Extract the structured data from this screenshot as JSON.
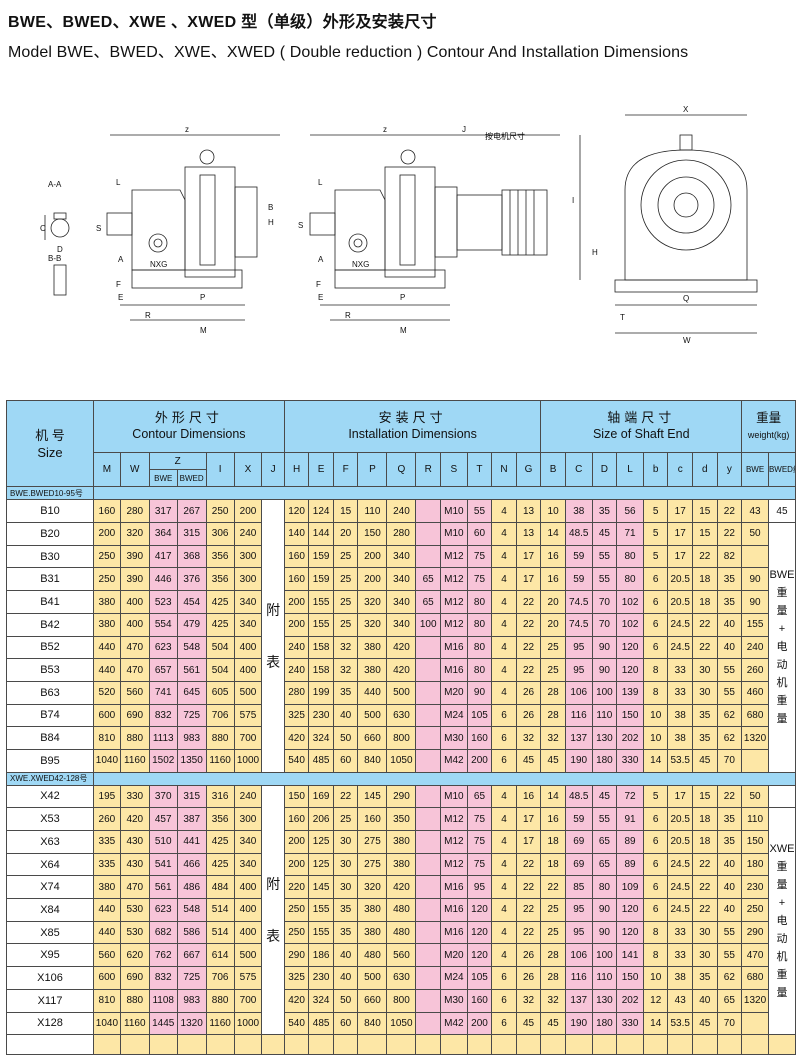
{
  "title_cn": "BWE、BWED、XWE 、XWED 型（单级）外形及安装尺寸",
  "title_en": "Model BWE、BWED、XWE、XWED ( Double reduction ) Contour And Installation Dimensions",
  "drawing_labels": {
    "a_a": "A-A",
    "b_b": "B-B",
    "nxg": "NXG",
    "motor_size": "按电机尺寸",
    "z": "z",
    "j": "J",
    "x": "X",
    "m": "M",
    "p": "P",
    "r": "R",
    "h": "H",
    "e": "E",
    "f": "F",
    "l": "L",
    "a": "A",
    "b": "B",
    "s": "S",
    "c": "C",
    "d": "D",
    "q": "Q",
    "w": "W",
    "t": "T",
    "i": "I"
  },
  "table": {
    "model_cn": "机 号",
    "model_en": "Size",
    "contour_cn": "外形尺寸",
    "contour_en": "Contour Dimensions",
    "install_cn": "安装尺寸",
    "install_en": "Installation Dimensions",
    "shaft_cn": "轴端尺寸",
    "shaft_en": "Size of Shaft End",
    "weight_cn": "重量",
    "weight_en": "weight(kg)",
    "cols_contour": [
      "M",
      "W",
      "Z",
      "I",
      "X",
      "J"
    ],
    "z_sub": [
      "BWE",
      "BWED"
    ],
    "cols_install": [
      "H",
      "E",
      "F",
      "P",
      "Q",
      "R",
      "S",
      "T",
      "N",
      "G"
    ],
    "cols_shaft": [
      "B",
      "C",
      "D",
      "L",
      "b",
      "c",
      "d",
      "y"
    ],
    "col_bwe": "BWE",
    "col_bwed": "BWED约",
    "series1": "BWE.BWED10-95号",
    "series2": "XWE.XWED42-128号",
    "mid_label": [
      "附",
      "表"
    ],
    "weight_label_1": [
      "BWE",
      "重",
      "量",
      "+",
      "电",
      "动",
      "机",
      "重",
      "量"
    ],
    "weight_label_2": [
      "XWE",
      "重",
      "量",
      "+",
      "电",
      "动",
      "机",
      "重",
      "量"
    ],
    "rows1": [
      [
        "B10",
        "160",
        "280",
        "317",
        "267",
        "250",
        "200",
        "120",
        "124",
        "15",
        "110",
        "240",
        "",
        "M10",
        "55",
        "4",
        "13",
        "10",
        "38",
        "35",
        "56",
        "5",
        "17",
        "15",
        "22",
        "43",
        "45"
      ],
      [
        "B20",
        "200",
        "320",
        "364",
        "315",
        "306",
        "240",
        "140",
        "144",
        "20",
        "150",
        "280",
        "",
        "M10",
        "60",
        "4",
        "13",
        "14",
        "48.5",
        "45",
        "71",
        "5",
        "17",
        "15",
        "22",
        "50",
        ""
      ],
      [
        "B30",
        "250",
        "390",
        "417",
        "368",
        "356",
        "300",
        "160",
        "159",
        "25",
        "200",
        "340",
        "",
        "M12",
        "75",
        "4",
        "17",
        "16",
        "59",
        "55",
        "80",
        "5",
        "17",
        "22",
        "82",
        ""
      ],
      [
        "B31",
        "250",
        "390",
        "446",
        "376",
        "356",
        "300",
        "160",
        "159",
        "25",
        "200",
        "340",
        "65",
        "M12",
        "75",
        "4",
        "17",
        "16",
        "59",
        "55",
        "80",
        "6",
        "20.5",
        "18",
        "35",
        "90",
        ""
      ],
      [
        "B41",
        "380",
        "400",
        "523",
        "454",
        "425",
        "340",
        "200",
        "155",
        "25",
        "320",
        "340",
        "65",
        "M12",
        "80",
        "4",
        "22",
        "20",
        "74.5",
        "70",
        "102",
        "6",
        "20.5",
        "18",
        "35",
        "90",
        ""
      ],
      [
        "B42",
        "380",
        "400",
        "554",
        "479",
        "425",
        "340",
        "200",
        "155",
        "25",
        "320",
        "340",
        "100",
        "M12",
        "80",
        "4",
        "22",
        "20",
        "74.5",
        "70",
        "102",
        "6",
        "24.5",
        "22",
        "40",
        "155",
        ""
      ],
      [
        "B52",
        "440",
        "470",
        "623",
        "548",
        "504",
        "400",
        "240",
        "158",
        "32",
        "380",
        "420",
        "",
        "M16",
        "80",
        "4",
        "22",
        "25",
        "95",
        "90",
        "120",
        "6",
        "24.5",
        "22",
        "40",
        "240",
        ""
      ],
      [
        "B53",
        "440",
        "470",
        "657",
        "561",
        "504",
        "400",
        "240",
        "158",
        "32",
        "380",
        "420",
        "",
        "M16",
        "80",
        "4",
        "22",
        "25",
        "95",
        "90",
        "120",
        "8",
        "33",
        "30",
        "55",
        "260",
        ""
      ],
      [
        "B63",
        "520",
        "560",
        "741",
        "645",
        "605",
        "500",
        "280",
        "199",
        "35",
        "440",
        "500",
        "",
        "M20",
        "90",
        "4",
        "26",
        "28",
        "106",
        "100",
        "139",
        "8",
        "33",
        "30",
        "55",
        "460",
        ""
      ],
      [
        "B74",
        "600",
        "690",
        "832",
        "725",
        "706",
        "575",
        "325",
        "230",
        "40",
        "500",
        "630",
        "",
        "M24",
        "105",
        "6",
        "26",
        "28",
        "116",
        "110",
        "150",
        "10",
        "38",
        "35",
        "62",
        "680",
        ""
      ],
      [
        "B84",
        "810",
        "880",
        "1113",
        "983",
        "880",
        "700",
        "420",
        "324",
        "50",
        "660",
        "800",
        "",
        "M30",
        "160",
        "6",
        "32",
        "32",
        "137",
        "130",
        "202",
        "10",
        "38",
        "35",
        "62",
        "1320",
        ""
      ],
      [
        "B95",
        "1040",
        "1160",
        "1502",
        "1350",
        "1160",
        "1000",
        "540",
        "485",
        "60",
        "840",
        "1050",
        "",
        "M42",
        "200",
        "6",
        "45",
        "45",
        "190",
        "180",
        "330",
        "14",
        "53.5",
        "45",
        "70",
        "",
        ""
      ]
    ],
    "rows2": [
      [
        "X42",
        "195",
        "330",
        "370",
        "315",
        "316",
        "240",
        "150",
        "169",
        "22",
        "145",
        "290",
        "",
        "M10",
        "65",
        "4",
        "16",
        "14",
        "48.5",
        "45",
        "72",
        "5",
        "17",
        "15",
        "22",
        "50",
        ""
      ],
      [
        "X53",
        "260",
        "420",
        "457",
        "387",
        "356",
        "300",
        "160",
        "206",
        "25",
        "160",
        "350",
        "",
        "M12",
        "75",
        "4",
        "17",
        "16",
        "59",
        "55",
        "91",
        "6",
        "20.5",
        "18",
        "35",
        "110",
        ""
      ],
      [
        "X63",
        "335",
        "430",
        "510",
        "441",
        "425",
        "340",
        "200",
        "125",
        "30",
        "275",
        "380",
        "",
        "M12",
        "75",
        "4",
        "17",
        "18",
        "69",
        "65",
        "89",
        "6",
        "20.5",
        "18",
        "35",
        "150",
        ""
      ],
      [
        "X64",
        "335",
        "430",
        "541",
        "466",
        "425",
        "340",
        "200",
        "125",
        "30",
        "275",
        "380",
        "",
        "M12",
        "75",
        "4",
        "22",
        "18",
        "69",
        "65",
        "89",
        "6",
        "24.5",
        "22",
        "40",
        "180",
        ""
      ],
      [
        "X74",
        "380",
        "470",
        "561",
        "486",
        "484",
        "400",
        "220",
        "145",
        "30",
        "320",
        "420",
        "",
        "M16",
        "95",
        "4",
        "22",
        "22",
        "85",
        "80",
        "109",
        "6",
        "24.5",
        "22",
        "40",
        "230",
        ""
      ],
      [
        "X84",
        "440",
        "530",
        "623",
        "548",
        "514",
        "400",
        "250",
        "155",
        "35",
        "380",
        "480",
        "",
        "M16",
        "120",
        "4",
        "22",
        "25",
        "95",
        "90",
        "120",
        "6",
        "24.5",
        "22",
        "40",
        "250",
        ""
      ],
      [
        "X85",
        "440",
        "530",
        "682",
        "586",
        "514",
        "400",
        "250",
        "155",
        "35",
        "380",
        "480",
        "",
        "M16",
        "120",
        "4",
        "22",
        "25",
        "95",
        "90",
        "120",
        "8",
        "33",
        "30",
        "55",
        "290",
        ""
      ],
      [
        "X95",
        "560",
        "620",
        "762",
        "667",
        "614",
        "500",
        "290",
        "186",
        "40",
        "480",
        "560",
        "",
        "M20",
        "120",
        "4",
        "26",
        "28",
        "106",
        "100",
        "141",
        "8",
        "33",
        "30",
        "55",
        "470",
        ""
      ],
      [
        "X106",
        "600",
        "690",
        "832",
        "725",
        "706",
        "575",
        "325",
        "230",
        "40",
        "500",
        "630",
        "",
        "M24",
        "105",
        "6",
        "26",
        "28",
        "116",
        "110",
        "150",
        "10",
        "38",
        "35",
        "62",
        "680",
        ""
      ],
      [
        "X117",
        "810",
        "880",
        "1108",
        "983",
        "880",
        "700",
        "420",
        "324",
        "50",
        "660",
        "800",
        "",
        "M30",
        "160",
        "6",
        "32",
        "32",
        "137",
        "130",
        "202",
        "12",
        "43",
        "40",
        "65",
        "1320",
        ""
      ],
      [
        "X128",
        "1040",
        "1160",
        "1445",
        "1320",
        "1160",
        "1000",
        "540",
        "485",
        "60",
        "840",
        "1050",
        "",
        "M42",
        "200",
        "6",
        "45",
        "45",
        "190",
        "180",
        "330",
        "14",
        "53.5",
        "45",
        "70",
        "",
        ""
      ]
    ]
  }
}
